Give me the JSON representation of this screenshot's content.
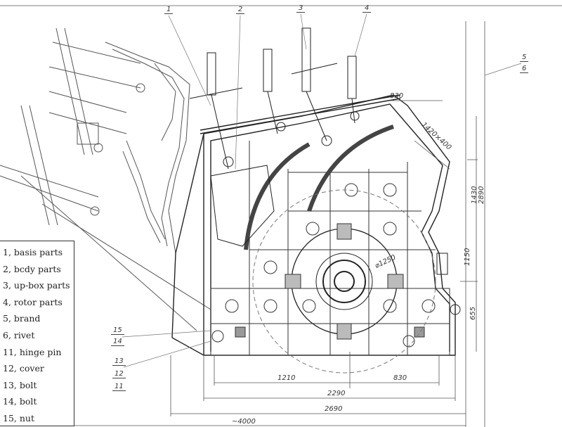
{
  "legend": [
    "1, basis parts",
    "2, bcdy parts",
    "3, up-box parts",
    "4, rotor parts",
    "5, brand",
    "6, rivet",
    "11, hinge pin",
    "12, cover",
    "13, bolt",
    "14, bolt",
    "15, nut"
  ],
  "callouts": {
    "top": [
      "1",
      "2",
      "3",
      "4"
    ],
    "right_upper": "5",
    "right_lower": "6",
    "left_a_upper": "15",
    "left_a_lower": "14",
    "left_b": [
      "13",
      "12",
      "11"
    ]
  },
  "dimensions": {
    "d_1210": "1210",
    "d_830_bottom": "830",
    "d_2290": "2290",
    "d_2690": "2690",
    "d_4000": "~4000",
    "d_830_top": "830",
    "d_opening": "1420×400",
    "d_rotor": "⌀1250",
    "d_1430": "1430",
    "d_2890": "2890",
    "d_1150": "1150",
    "d_655": "655"
  }
}
